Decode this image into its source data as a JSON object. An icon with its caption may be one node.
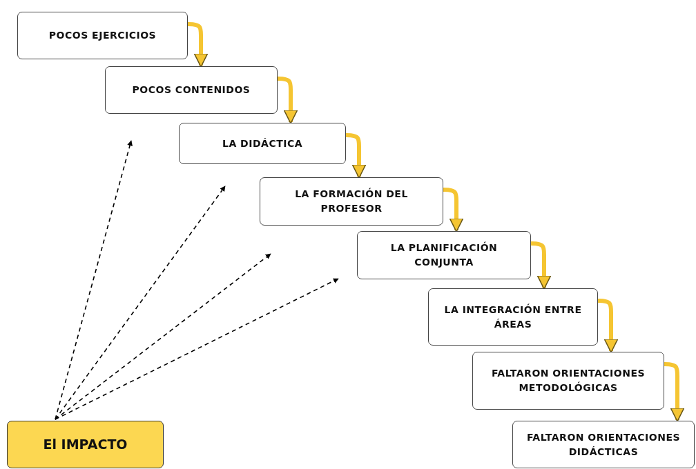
{
  "diagram": {
    "nodes": [
      {
        "text": [
          "POCOS EJERCICIOS"
        ]
      },
      {
        "text": [
          "POCOS CONTENIDOS"
        ]
      },
      {
        "text": [
          "LA DIDÁCTICA"
        ]
      },
      {
        "text": [
          "LA FORMACIÓN DEL PROFESOR"
        ]
      },
      {
        "text": [
          "LA PLANIFICACIÓN CONJUNTA"
        ]
      },
      {
        "text": [
          "LA INTEGRACIÓN ENTRE ÁREAS"
        ]
      },
      {
        "text": [
          "FALTARON ORIENTACIONES METODOLÓGICAS"
        ]
      },
      {
        "text": [
          "FALTARON ORIENTACIONES DIDÁCTICAS"
        ]
      },
      {
        "text": [
          "El IMPACTO"
        ]
      }
    ],
    "edges": [
      {
        "from": 0,
        "to": 1,
        "arrow": "to"
      },
      {
        "from": 1,
        "to": 2,
        "arrow": "to"
      },
      {
        "from": 2,
        "to": 3,
        "arrow": "to"
      },
      {
        "from": 3,
        "to": 4,
        "arrow": "to"
      },
      {
        "from": 4,
        "to": 5,
        "arrow": "to"
      },
      {
        "from": 5,
        "to": 6,
        "arrow": "to"
      },
      {
        "from": 6,
        "to": 7,
        "arrow": "to"
      },
      {
        "from": 8,
        "to": null,
        "arrow": "to",
        "style": "dashed",
        "color": "#000000"
      },
      {
        "from": 8,
        "to": null,
        "arrow": "to",
        "style": "dashed",
        "color": "#000000"
      },
      {
        "from": 8,
        "to": null,
        "arrow": "to",
        "style": "dashed",
        "color": "#000000"
      },
      {
        "from": 8,
        "to": null,
        "arrow": "to",
        "style": "dashed",
        "color": "#000000"
      }
    ]
  }
}
